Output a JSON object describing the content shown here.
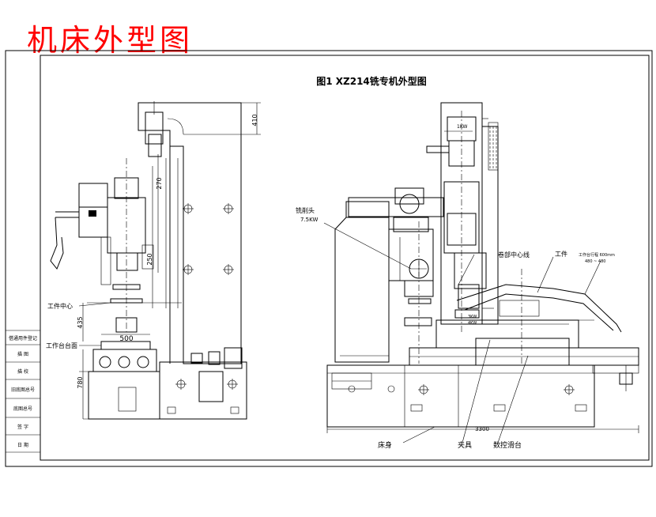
{
  "heading": "机床外型图",
  "drawing": {
    "title": "图1 XZ214铣专机外型图",
    "side_view": {
      "dimensions": {
        "top_height": "410",
        "column": "270",
        "mid": "250",
        "work_center_height": "435",
        "table_width": "500",
        "table_height": "780"
      },
      "labels": {
        "work_center": "工件中心",
        "table_surface": "工作台台面"
      }
    },
    "front_view": {
      "labels": {
        "milling_head": "铣削头",
        "milling_power": "7.5KW",
        "motor_tag": "1KW",
        "tag_left": "3KW",
        "tag_right": "4KW",
        "part_center": "卷部中心线",
        "workpiece": "工件",
        "table_travel": "工作台行程 600mm",
        "travel_range": "480 ~ 480",
        "bed": "床身",
        "fixture": "夹具",
        "slide_table": "数控滑台",
        "overall_length": "3300"
      }
    },
    "title_block": {
      "rows": [
        "借通用件登记",
        "描 图",
        "描 校",
        "旧底图总号",
        "底图总号",
        "签 字",
        "日 期"
      ]
    }
  }
}
